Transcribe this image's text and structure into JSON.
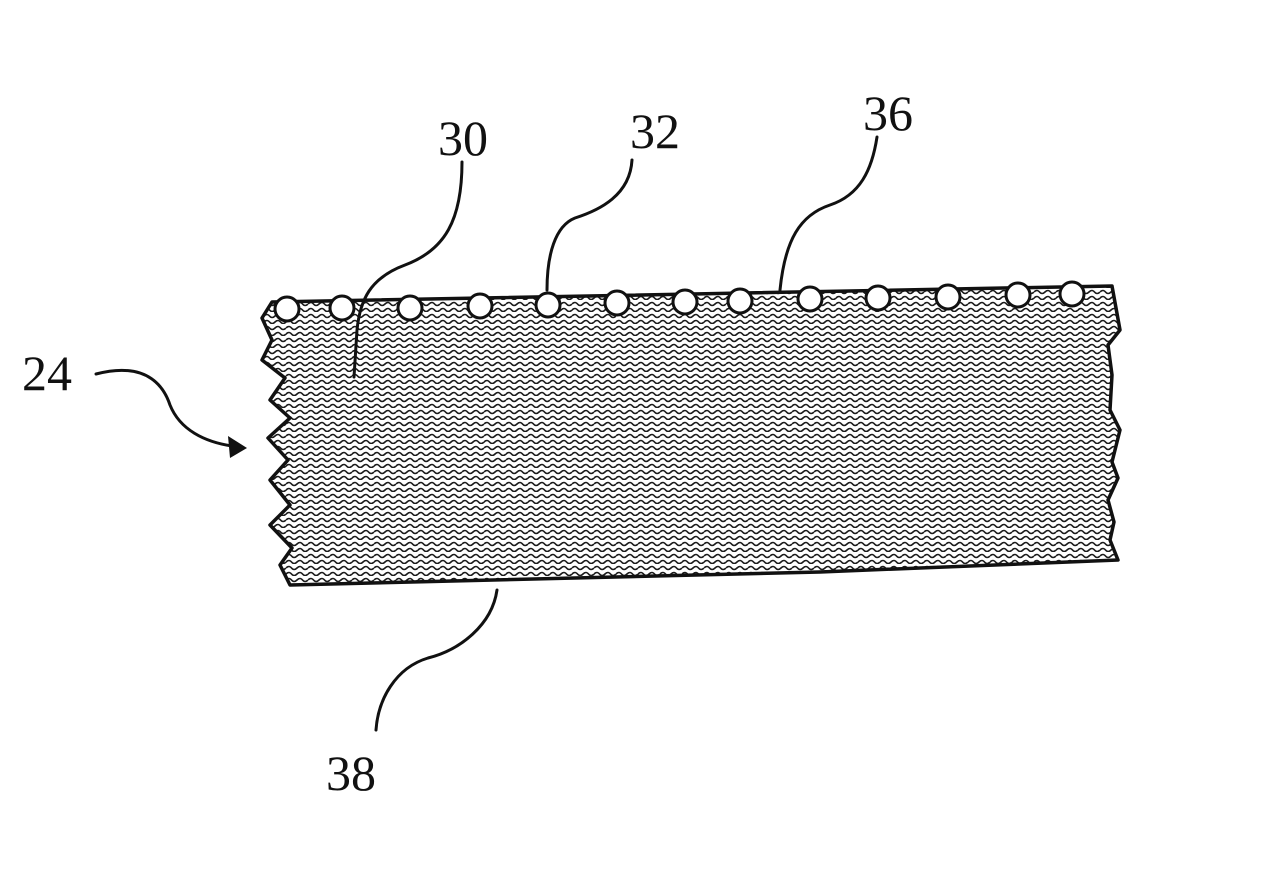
{
  "figure": {
    "labels": {
      "substrate_assembly": "24",
      "substrate_body": "30",
      "particles": "32",
      "top_surface": "36",
      "bottom_surface": "38"
    },
    "colors": {
      "ink": "#111111",
      "paper": "#ffffff",
      "particle_fill": "#ffffff"
    }
  }
}
